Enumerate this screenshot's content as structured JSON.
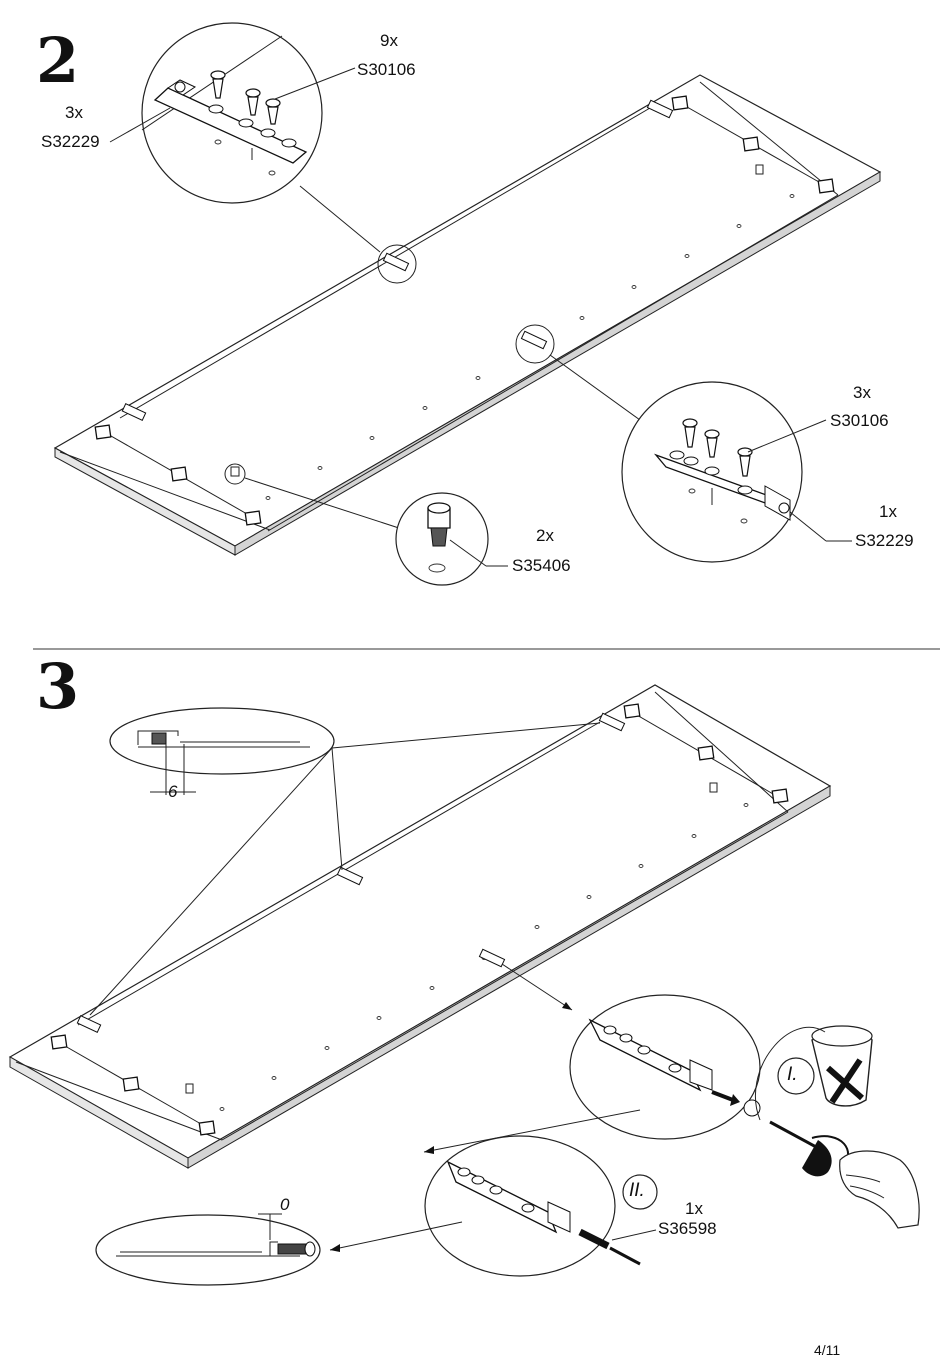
{
  "page": {
    "number": "4/11"
  },
  "steps": [
    {
      "number": "2",
      "callouts": {
        "top_screws": {
          "qty": "9x",
          "code": "S30106"
        },
        "top_hinge": {
          "qty": "3x",
          "code": "S32229"
        },
        "dowel": {
          "qty": "2x",
          "code": "S35406"
        },
        "right_screws": {
          "qty": "3x",
          "code": "S30106"
        },
        "right_hinge": {
          "qty": "1x",
          "code": "S32229"
        }
      }
    },
    {
      "number": "3",
      "dimension_a": "6",
      "dimension_b": "0",
      "substep_1": "I.",
      "substep_2": "II.",
      "screw": {
        "qty": "1x",
        "code": "S36598"
      }
    }
  ]
}
